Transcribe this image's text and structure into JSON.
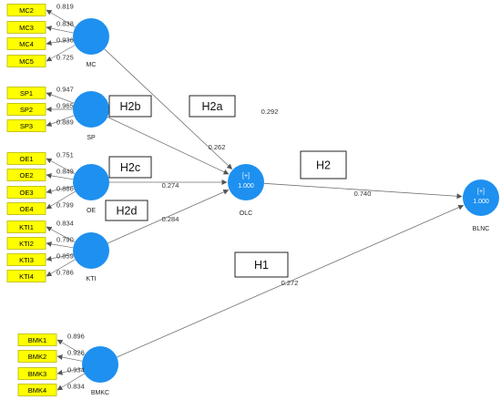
{
  "constructs": {
    "MC": {
      "label": "MC"
    },
    "SP": {
      "label": "SP"
    },
    "OE": {
      "label": "OE"
    },
    "KTI": {
      "label": "KTI"
    },
    "BMKC": {
      "label": "BMKC"
    },
    "OLC": {
      "label": "OLC",
      "expand": "[+]",
      "r2": "1.000"
    },
    "BLNC": {
      "label": "BLNC",
      "expand": "[+]",
      "r2": "1.000"
    }
  },
  "indicators": {
    "MC": [
      {
        "name": "MC2",
        "loading": "0.819"
      },
      {
        "name": "MC3",
        "loading": "0.838"
      },
      {
        "name": "MC4",
        "loading": "0.936"
      },
      {
        "name": "MC5",
        "loading": "0.725"
      }
    ],
    "SP": [
      {
        "name": "SP1",
        "loading": "0.947"
      },
      {
        "name": "SP2",
        "loading": "0.965"
      },
      {
        "name": "SP3",
        "loading": "0.889"
      }
    ],
    "OE": [
      {
        "name": "OE1",
        "loading": "0.751"
      },
      {
        "name": "OE2",
        "loading": "0.849"
      },
      {
        "name": "OE3",
        "loading": "0.886"
      },
      {
        "name": "OE4",
        "loading": "0.799"
      }
    ],
    "KTI": [
      {
        "name": "KTI1",
        "loading": "0.834"
      },
      {
        "name": "KTI2",
        "loading": "0.790"
      },
      {
        "name": "KTI3",
        "loading": "0.859"
      },
      {
        "name": "KTI4",
        "loading": "0.786"
      }
    ],
    "BMKC": [
      {
        "name": "BMK1",
        "loading": "0.896"
      },
      {
        "name": "BMK2",
        "loading": "0.926"
      },
      {
        "name": "BMK3",
        "loading": "0.934"
      },
      {
        "name": "BMK4",
        "loading": "0.834"
      }
    ]
  },
  "paths": [
    {
      "from": "MC",
      "to": "OLC",
      "coef": "0.292"
    },
    {
      "from": "SP",
      "to": "OLC",
      "coef": "0.262"
    },
    {
      "from": "OE",
      "to": "OLC",
      "coef": "0.274"
    },
    {
      "from": "KTI",
      "to": "OLC",
      "coef": "0.284"
    },
    {
      "from": "OLC",
      "to": "BLNC",
      "coef": "0.740"
    },
    {
      "from": "BMKC",
      "to": "BLNC",
      "coef": "0.272"
    }
  ],
  "hypotheses": [
    "H2a",
    "H2b",
    "H2c",
    "H2d",
    "H2",
    "H1"
  ],
  "colors": {
    "construct_fill": "#1e90f0",
    "indicator_fill": "#ffff00",
    "indicator_border": "#b8b800",
    "arrow": "#707070"
  }
}
